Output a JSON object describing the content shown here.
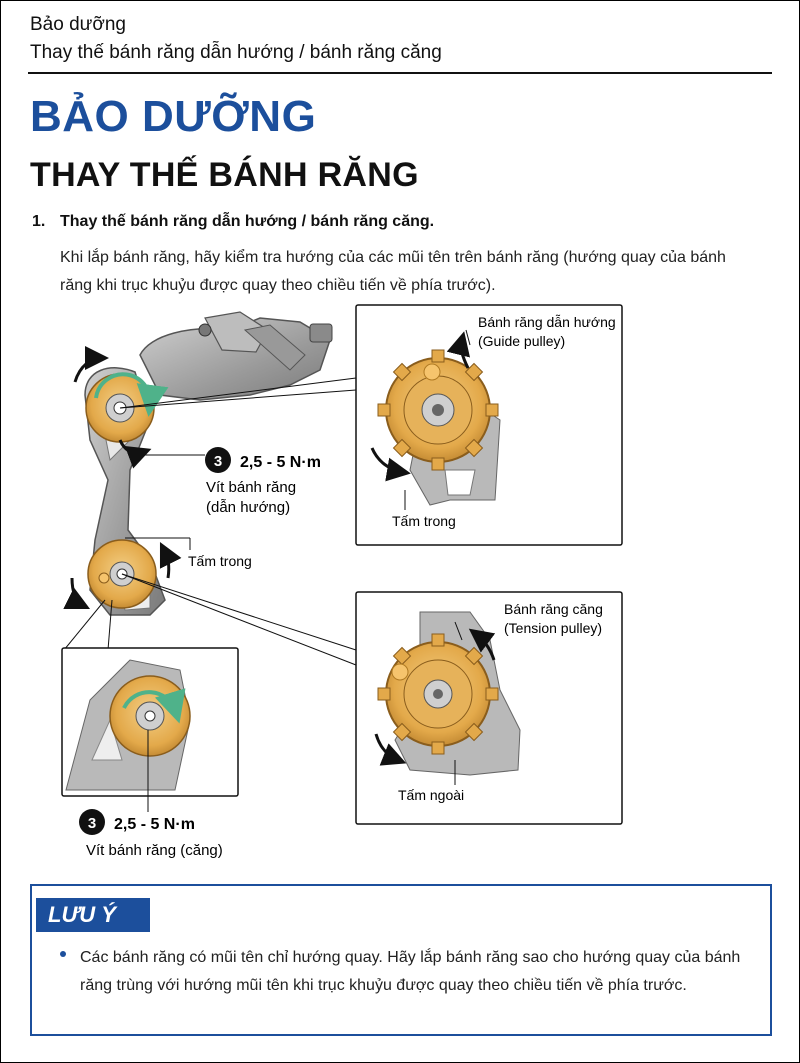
{
  "header": {
    "section": "Bảo dưỡng",
    "subtitle": "Thay thế bánh răng dẫn hướng / bánh răng căng"
  },
  "title": {
    "main": "BẢO DƯỠNG",
    "sub": "THAY THẾ BÁNH RĂNG"
  },
  "step": {
    "number": "1.",
    "heading": "Thay thế bánh răng dẫn hướng / bánh răng căng.",
    "text": "Khi lắp bánh răng, hãy kiểm tra hướng của các mũi tên trên bánh răng (hướng quay của bánh răng khi trục khuỷu được quay theo chiều tiến về phía trước)."
  },
  "figure": {
    "torque_badge": "3",
    "guide_torque": "2,5 - 5 N·m",
    "guide_screw_line1": "Vít bánh răng",
    "guide_screw_line2": "(dẫn hướng)",
    "inner_plate": "Tấm trong",
    "guide_pulley_vi": "Bánh răng dẫn hướng",
    "guide_pulley_en": "(Guide pulley)",
    "detail_inner_plate": "Tấm trong",
    "tension_pulley_vi": "Bánh răng căng",
    "tension_pulley_en": "(Tension pulley)",
    "outer_plate": "Tấm ngoài",
    "tension_torque": "2,5 - 5 N·m",
    "tension_screw": "Vít bánh răng (căng)"
  },
  "note": {
    "tag": "LƯU Ý",
    "text": "Các bánh răng có mũi tên chỉ hướng quay. Hãy lắp bánh răng sao cho hướng quay của bánh răng trùng với hướng mũi tên khi trục khuỷu được quay theo chiều tiến về phía trước."
  },
  "colors": {
    "accent": "#1c4f9c",
    "pulley_gold": "#e3a94a",
    "arrow_green": "#4fb28a",
    "metal_gray": "#a8a8a8"
  }
}
